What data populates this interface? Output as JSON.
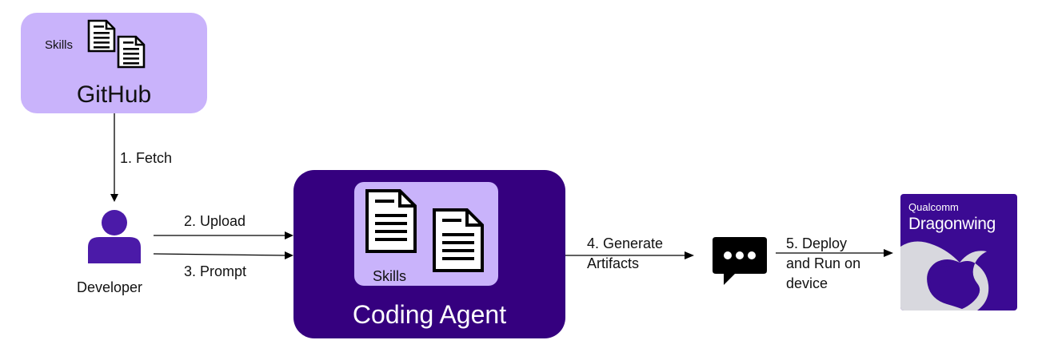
{
  "github": {
    "skills_label": "Skills",
    "title": "GitHub"
  },
  "steps": {
    "fetch": "1. Fetch",
    "upload": "2. Upload",
    "prompt": "3. Prompt",
    "generate_line1": "4. Generate",
    "generate_line2": "Artifacts",
    "deploy_line1": "5. Deploy",
    "deploy_line2": "and Run on",
    "deploy_line3": "device"
  },
  "developer": {
    "label": "Developer"
  },
  "agent": {
    "skills_label": "Skills",
    "title": "Coding Agent"
  },
  "qualcomm": {
    "brand": "Qualcomm",
    "product": "Dragonwing"
  },
  "colors": {
    "light_purple": "#c9b3fb",
    "dark_purple": "#35007f",
    "person_purple": "#4b1aa8",
    "qualcomm_purple": "#3b0a93"
  },
  "icons": [
    "document-icon",
    "person-icon",
    "chat-bubble-icon",
    "dragon-logo-icon"
  ]
}
